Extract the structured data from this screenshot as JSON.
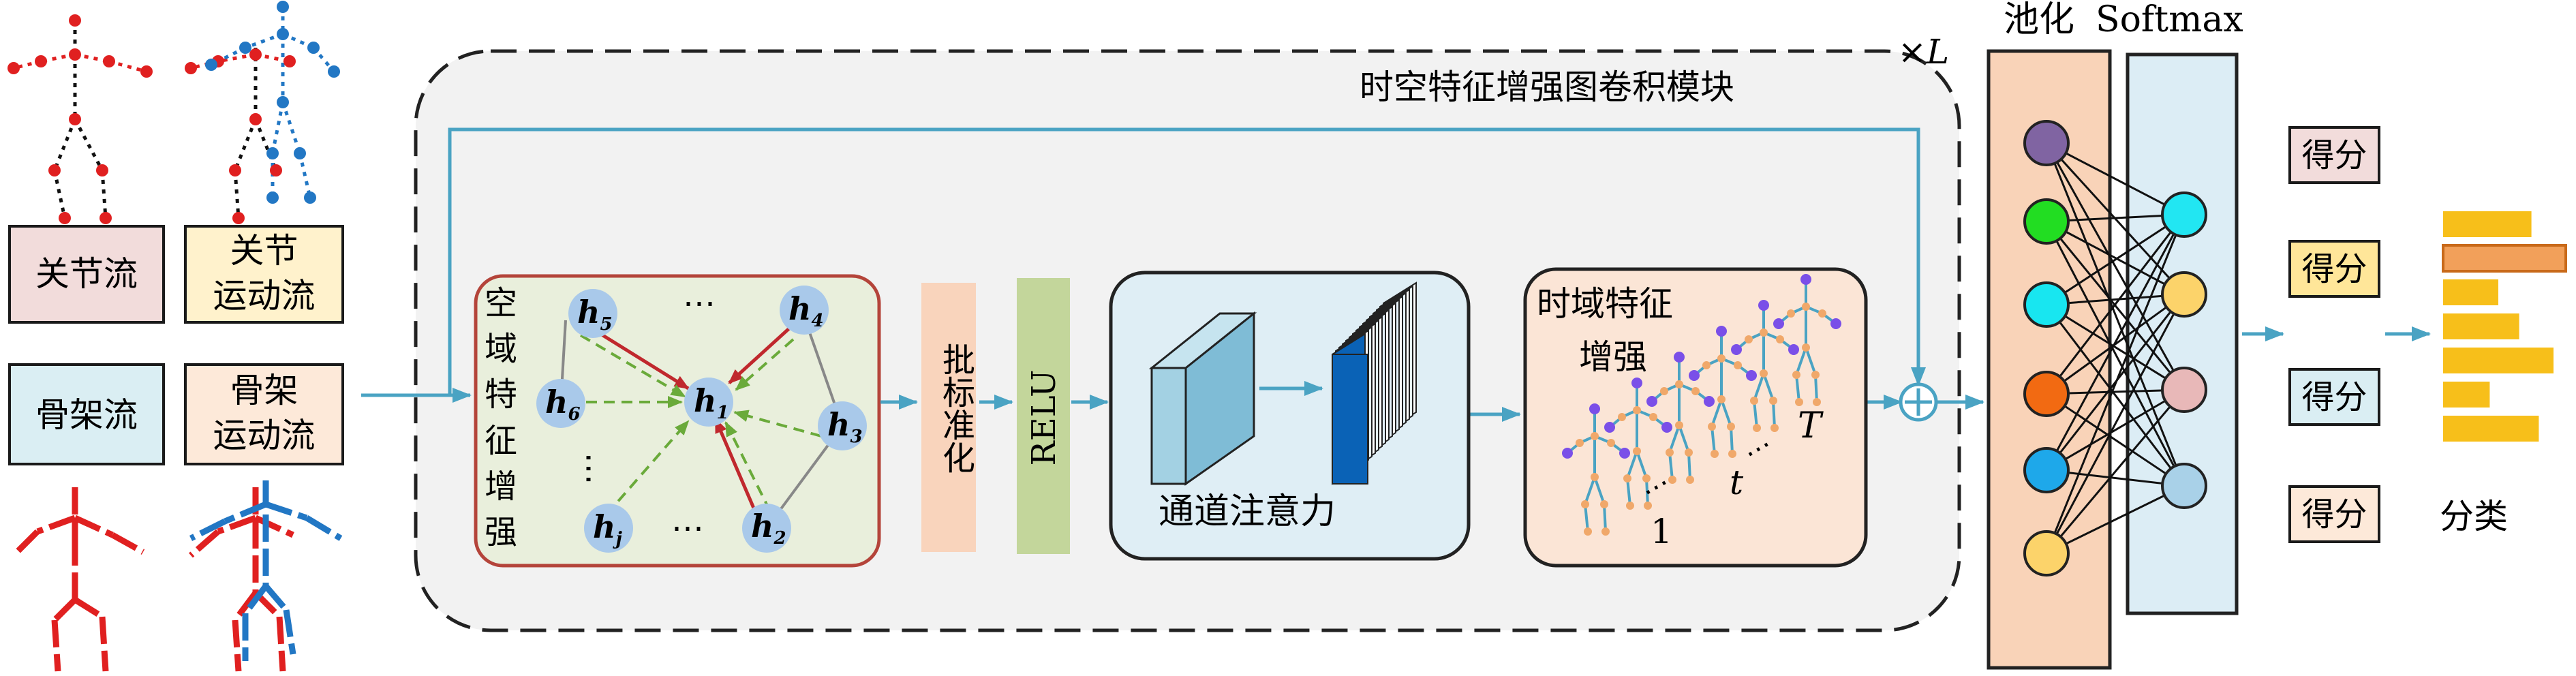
{
  "streams": {
    "joint": "关节流",
    "joint_motion_line1": "关节",
    "joint_motion_line2": "运动流",
    "bone": "骨架流",
    "bone_motion_line1": "骨架",
    "bone_motion_line2": "运动流"
  },
  "module": {
    "title": "时空特征增强图卷积模块",
    "repeat": "×L"
  },
  "spatial": {
    "label": [
      "空",
      "域",
      "特",
      "征",
      "增",
      "强"
    ],
    "nodes": [
      "h",
      "h",
      "h",
      "h",
      "h",
      "h",
      "h"
    ],
    "subs": [
      "1",
      "2",
      "3",
      "4",
      "5",
      "6",
      "j"
    ],
    "dots": "⋯"
  },
  "batchnorm": "批标准化",
  "relu": "RELU",
  "channel_attention": "通道注意力",
  "temporal": {
    "line1": "时域特征",
    "line2": "增强",
    "T": "T",
    "t": "t",
    "one": "1"
  },
  "pooling": "池化",
  "softmax": "Softmax",
  "scores": [
    "得分",
    "得分",
    "得分",
    "得分"
  ],
  "classification": "分类",
  "colors": {
    "pooling_fill": "#f9d3b8",
    "softmax_fill": "#dcedf5",
    "module_fill": "#f2f2f2",
    "spatial_fill": "#e9efdc",
    "spatial_border": "#b4443a",
    "bn_fill": "#f9d4bc",
    "relu_fill": "#c3d69b",
    "channel_fill": "#dfeef5",
    "temporal_fill": "#fbe5d6",
    "arrow": "#4aa3c3",
    "bar": "#f7bf1a",
    "bar_highlight": "#f2a05a"
  },
  "class_scores": [
    0.72,
    1.0,
    0.45,
    0.62,
    0.9,
    0.38,
    0.78
  ]
}
